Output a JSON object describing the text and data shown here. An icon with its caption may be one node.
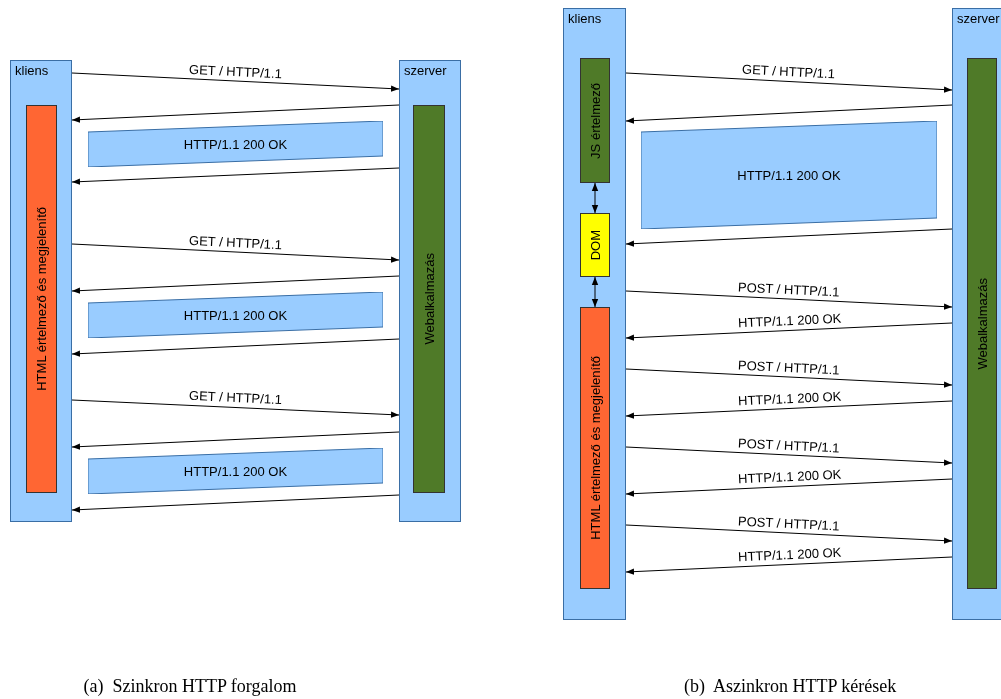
{
  "diagram": {
    "nodes": [
      {
        "text": [
          "kliens"
        ]
      },
      {
        "text": [
          "HTML értelmező és megjelenítő"
        ],
        "in": 0
      },
      {
        "text": [
          "szerver"
        ]
      },
      {
        "text": [
          "Webalkalmazás"
        ],
        "in": 2
      },
      {
        "text": [
          "HTTP/1.1 200 OK"
        ]
      },
      {
        "text": [
          "HTTP/1.1 200 OK"
        ]
      },
      {
        "text": [
          "HTTP/1.1 200 OK"
        ]
      },
      {
        "text": [
          "kliens"
        ]
      },
      {
        "text": [
          "JS értelmező"
        ],
        "in": 7
      },
      {
        "text": [
          "DOM"
        ],
        "in": 7
      },
      {
        "text": [
          "HTML értelmező és megjelenítő"
        ],
        "in": 7
      },
      {
        "text": [
          "szerver"
        ]
      },
      {
        "text": [
          "Webalkalmazás"
        ],
        "in": 11
      },
      {
        "text": [
          "HTTP/1.1 200 OK"
        ]
      }
    ],
    "edges": [
      {
        "from": 0,
        "to": 2,
        "arrow": "to",
        "label": "GET / HTTP/1.1"
      },
      {
        "from": 2,
        "to": 0,
        "arrow": "to"
      },
      {
        "from": 2,
        "to": 0,
        "arrow": "to"
      },
      {
        "from": 0,
        "to": 2,
        "arrow": "to",
        "label": "GET / HTTP/1.1"
      },
      {
        "from": 2,
        "to": 0,
        "arrow": "to"
      },
      {
        "from": 2,
        "to": 0,
        "arrow": "to"
      },
      {
        "from": 0,
        "to": 2,
        "arrow": "to",
        "label": "GET / HTTP/1.1"
      },
      {
        "from": 2,
        "to": 0,
        "arrow": "to"
      },
      {
        "from": 2,
        "to": 0,
        "arrow": "to"
      },
      {
        "from": 7,
        "to": 11,
        "arrow": "to",
        "label": "GET / HTTP/1.1"
      },
      {
        "from": 11,
        "to": 7,
        "arrow": "to"
      },
      {
        "from": 11,
        "to": 7,
        "arrow": "to"
      },
      {
        "from": 8,
        "to": 9,
        "arrow": "both"
      },
      {
        "from": 9,
        "to": 10,
        "arrow": "both"
      },
      {
        "from": 7,
        "to": 11,
        "arrow": "to",
        "label": "POST / HTTP/1.1"
      },
      {
        "from": 11,
        "to": 7,
        "arrow": "to",
        "label": "HTTP/1.1 200 OK"
      },
      {
        "from": 7,
        "to": 11,
        "arrow": "to",
        "label": "POST / HTTP/1.1"
      },
      {
        "from": 11,
        "to": 7,
        "arrow": "to",
        "label": "HTTP/1.1 200 OK"
      },
      {
        "from": 7,
        "to": 11,
        "arrow": "to",
        "label": "POST / HTTP/1.1"
      },
      {
        "from": 11,
        "to": 7,
        "arrow": "to",
        "label": "HTTP/1.1 200 OK"
      },
      {
        "from": 7,
        "to": 11,
        "arrow": "to",
        "label": "POST / HTTP/1.1"
      },
      {
        "from": 11,
        "to": 7,
        "arrow": "to",
        "label": "HTTP/1.1 200 OK"
      }
    ],
    "labels": [
      "(a)  Szinkron HTTP forgalom",
      "(b)  Aszinkron HTTP kérések"
    ]
  }
}
